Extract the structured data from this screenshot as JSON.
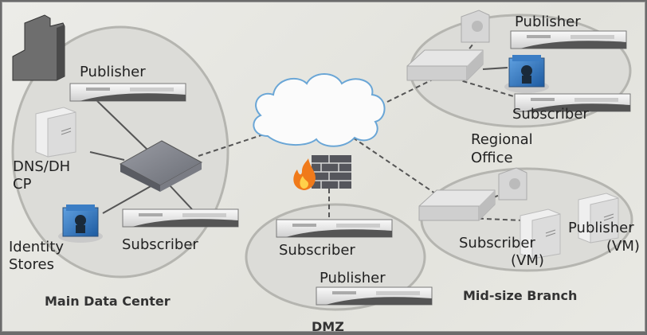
{
  "zones": {
    "main_dc": {
      "title": "Main Data Center",
      "publisher": "Publisher",
      "dns_line1": "DNS/DH",
      "dns_line2": "CP",
      "identity_line1": "Identity",
      "identity_line2": "Stores",
      "subscriber": "Subscriber"
    },
    "dmz": {
      "title": "DMZ",
      "subscriber": "Subscriber",
      "publisher": "Publisher"
    },
    "regional": {
      "title_line1": "Regional",
      "title_line2": "Office",
      "publisher": "Publisher",
      "subscriber": "Subscriber"
    },
    "branch": {
      "title": "Mid-size Branch",
      "subscriber_line1": "Subscriber",
      "subscriber_line2": "(VM)",
      "publisher_line1": "Publisher",
      "publisher_line2": "(VM)"
    }
  },
  "colors": {
    "zone_fill": "#d9d9d5",
    "zone_stroke": "#b5b5b0",
    "cloud_stroke": "#6aa6d6",
    "identity_blue": "#2f72b8",
    "flame": "#f07a1a"
  }
}
